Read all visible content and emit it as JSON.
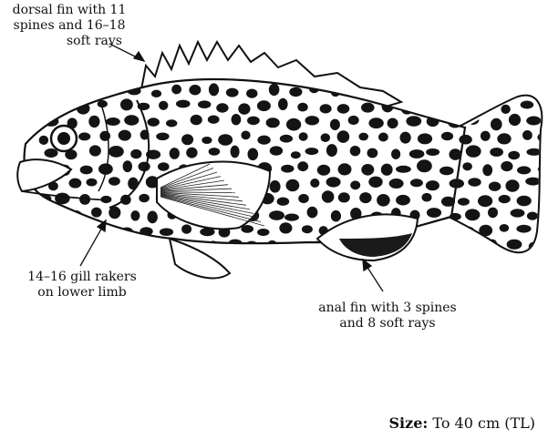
{
  "annotations": {
    "dorsal": {
      "lines": [
        "dorsal fin with 11",
        "spines and 16–18",
        "soft rays"
      ]
    },
    "gill": {
      "lines": [
        "14–16 gill rakers",
        "on lower limb"
      ]
    },
    "anal": {
      "lines": [
        "anal fin with 3 spines",
        "and 8 soft rays"
      ]
    }
  },
  "size": {
    "label": "Size:",
    "value": "To 40 cm (TL)"
  },
  "colors": {
    "ink": "#111111",
    "body": "#ffffff",
    "spot": "#141414"
  }
}
